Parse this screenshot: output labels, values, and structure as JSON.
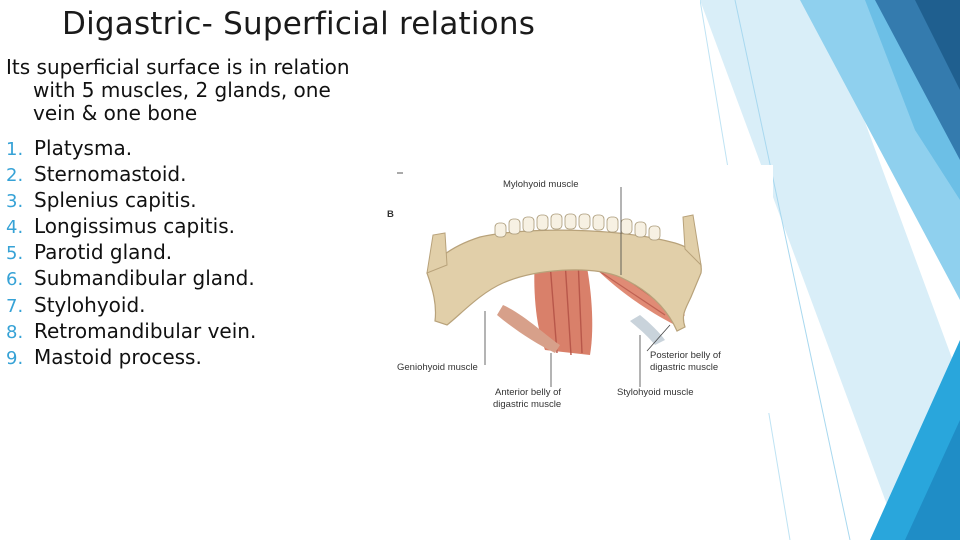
{
  "slide": {
    "title": "Digastric- Superficial relations",
    "intro_line1": "Its superficial surface is in relation",
    "intro_line2": "with 5 muscles, 2 glands,  one",
    "intro_line3": "vein & one bone",
    "items": [
      {
        "num": "1.",
        "text": "Platysma."
      },
      {
        "num": "2.",
        "text": "Sternomastoid."
      },
      {
        "num": "3.",
        "text": "Splenius capitis."
      },
      {
        "num": "4.",
        "text": "Longissimus capitis."
      },
      {
        "num": "5.",
        "text": "Parotid gland."
      },
      {
        "num": "6.",
        "text": "Submandibular gland."
      },
      {
        "num": "7.",
        "text": "Stylohyoid."
      },
      {
        "num": "8.",
        "text": "Retromandibular vein."
      },
      {
        "num": "9.",
        "text": "Mastoid process."
      }
    ]
  },
  "figure": {
    "panel_letter": "B",
    "labels": {
      "mylohyoid": "Mylohyoid muscle",
      "geniohyoid": "Geniohyoid muscle",
      "posterior_line1": "Posterior belly of",
      "posterior_line2": "digastric muscle",
      "anterior_line1": "Anterior belly of",
      "anterior_line2": "digastric muscle",
      "stylohyoid": "Stylohyoid muscle"
    }
  },
  "theme": {
    "accent": "#36a2d6",
    "deco_dark": "#2a6fa3",
    "deco_light": "#8fd0ee"
  }
}
